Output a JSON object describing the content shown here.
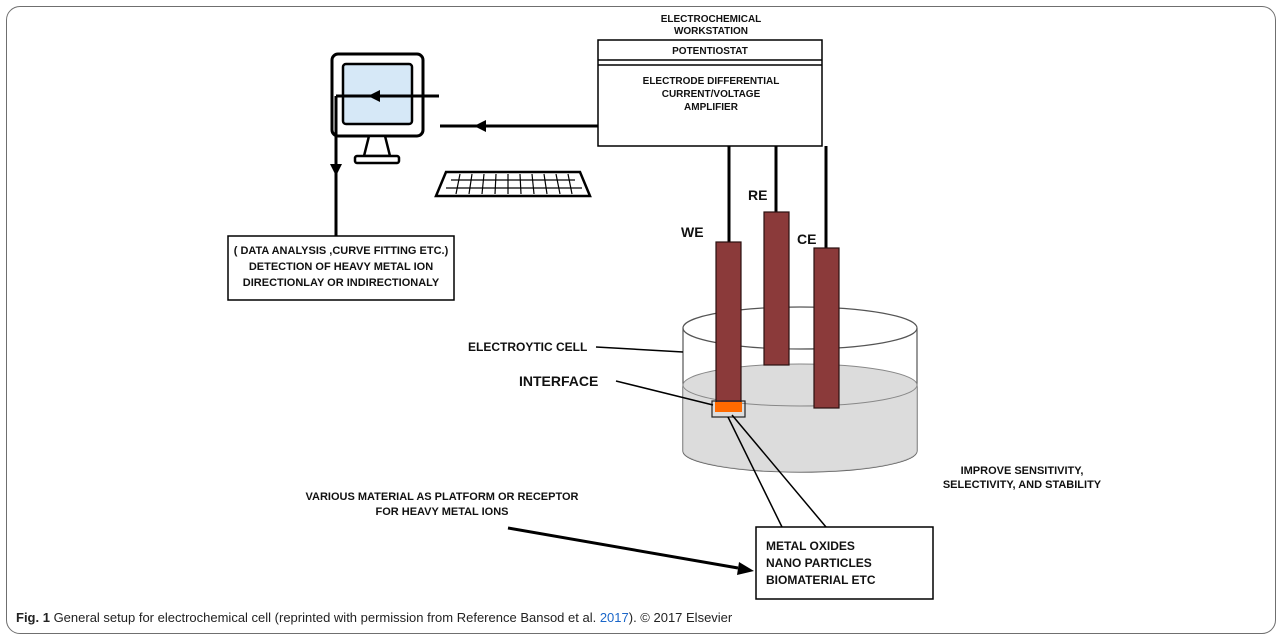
{
  "workstation": {
    "title_line1": "ELECTROCHEMICAL",
    "title_line2": "WORKSTATION",
    "potentiostat": "POTENTIOSTAT",
    "amplifier_line1": "ELECTRODE DIFFERENTIAL",
    "amplifier_line2": "CURRENT/VOLTAGE",
    "amplifier_line3": "AMPLIFIER"
  },
  "data_box": {
    "line1": "( DATA ANALYSIS ,CURVE FITTING ETC.)",
    "line2": "DETECTION OF HEAVY METAL ION",
    "line3": "DIRECTIONLAY OR INDIRECTIONALY"
  },
  "electrodes": {
    "we": "WE",
    "re": "RE",
    "ce": "CE"
  },
  "labels": {
    "cell": "ELECTROYTIC CELL",
    "interface": "INTERFACE",
    "improve_line1": "IMPROVE SENSITIVITY,",
    "improve_line2": "SELECTIVITY, AND STABILITY",
    "platform_line1": "VARIOUS MATERIAL AS PLATFORM OR RECEPTOR",
    "platform_line2": "FOR HEAVY METAL IONS"
  },
  "materials_box": {
    "line1": "METAL OXIDES",
    "line2": "NANO PARTICLES",
    "line3": "BIOMATERIAL ETC"
  },
  "caption": {
    "fig": "Fig. 1",
    "text_before": " General setup for electrochemical cell (reprinted with permission from Reference Bansod et al. ",
    "ref_year": "2017",
    "text_after": "). © 2017 Elsevier"
  },
  "colors": {
    "electrode": "#8b3a3a",
    "interface": "#ff6a00",
    "monitor_screen": "#d6e8f7",
    "solution": "#d0d0d0"
  }
}
